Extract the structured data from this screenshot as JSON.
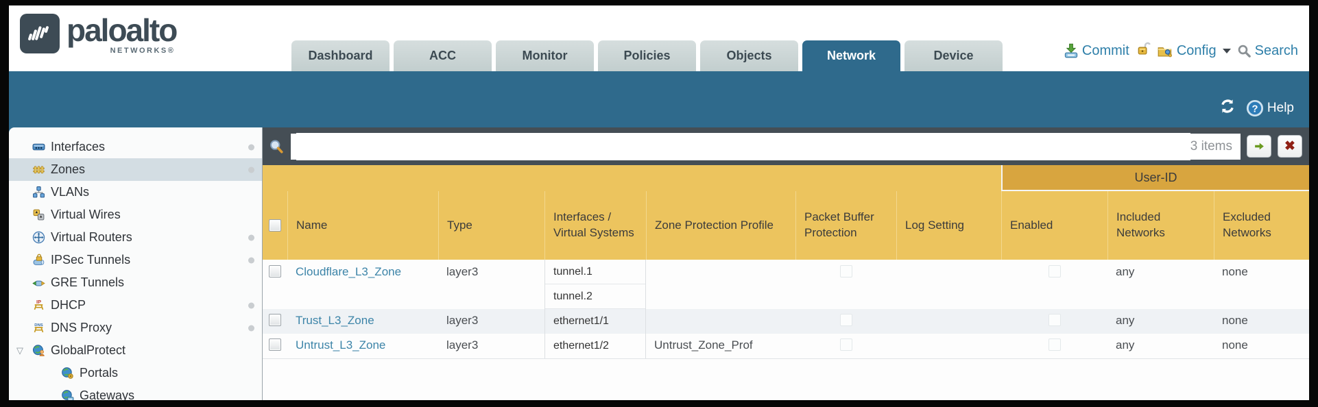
{
  "header": {
    "logo_text": "paloalto",
    "logo_sub": "NETWORKS®",
    "tabs": [
      {
        "label": "Dashboard",
        "active": false
      },
      {
        "label": "ACC",
        "active": false
      },
      {
        "label": "Monitor",
        "active": false
      },
      {
        "label": "Policies",
        "active": false
      },
      {
        "label": "Objects",
        "active": false
      },
      {
        "label": "Network",
        "active": true
      },
      {
        "label": "Device",
        "active": false
      }
    ],
    "actions": {
      "commit_label": "Commit",
      "config_label": "Config",
      "search_label": "Search",
      "icons": [
        "commit-icon",
        "unlock-icon",
        "config-icon",
        "dropdown-caret-icon",
        "search-icon"
      ]
    }
  },
  "toolbar": {
    "help_label": "Help",
    "icons": [
      "refresh-icon",
      "help-icon"
    ]
  },
  "sidebar": {
    "items": [
      {
        "label": "Interfaces",
        "icon": "interfaces-icon",
        "dot": true,
        "selected": false
      },
      {
        "label": "Zones",
        "icon": "zones-icon",
        "dot": true,
        "selected": true
      },
      {
        "label": "VLANs",
        "icon": "vlans-icon",
        "dot": false,
        "selected": false
      },
      {
        "label": "Virtual Wires",
        "icon": "virtual-wires-icon",
        "dot": false,
        "selected": false
      },
      {
        "label": "Virtual Routers",
        "icon": "virtual-routers-icon",
        "dot": true,
        "selected": false
      },
      {
        "label": "IPSec Tunnels",
        "icon": "ipsec-tunnels-icon",
        "dot": true,
        "selected": false
      },
      {
        "label": "GRE Tunnels",
        "icon": "gre-tunnels-icon",
        "dot": false,
        "selected": false
      },
      {
        "label": "DHCP",
        "icon": "dhcp-icon",
        "dot": true,
        "selected": false
      },
      {
        "label": "DNS Proxy",
        "icon": "dns-proxy-icon",
        "dot": true,
        "selected": false
      },
      {
        "label": "GlobalProtect",
        "icon": "globalprotect-icon",
        "dot": false,
        "selected": false,
        "expanded": true
      },
      {
        "label": "Portals",
        "icon": "portals-icon",
        "dot": false,
        "selected": false,
        "indent": true
      },
      {
        "label": "Gateways",
        "icon": "gateways-icon",
        "dot": false,
        "selected": false,
        "indent": true
      }
    ]
  },
  "filter": {
    "input_value": "",
    "items_count": "3 items",
    "icons": [
      "filter-magnifier-icon",
      "apply-filter-arrow-icon",
      "clear-filter-x-icon"
    ]
  },
  "table": {
    "group_header": "User-ID",
    "columns": [
      "Name",
      "Type",
      "Interfaces / Virtual Systems",
      "Zone Protection Profile",
      "Packet Buffer Protection",
      "Log Setting",
      "Enabled",
      "Included Networks",
      "Excluded Networks"
    ],
    "rows": [
      {
        "name": "Cloudflare_L3_Zone",
        "type": "layer3",
        "interfaces": [
          "tunnel.1",
          "tunnel.2"
        ],
        "zone_protection_profile": "",
        "log_setting": "",
        "included_networks": "any",
        "excluded_networks": "none"
      },
      {
        "name": "Trust_L3_Zone",
        "type": "layer3",
        "interfaces": [
          "ethernet1/1"
        ],
        "zone_protection_profile": "",
        "log_setting": "",
        "included_networks": "any",
        "excluded_networks": "none"
      },
      {
        "name": "Untrust_L3_Zone",
        "type": "layer3",
        "interfaces": [
          "ethernet1/2"
        ],
        "zone_protection_profile": "Untrust_Zone_Prof",
        "log_setting": "",
        "included_networks": "any",
        "excluded_networks": "none"
      }
    ]
  },
  "colors": {
    "teal_band": "#2f6a8c",
    "header_gold": "#ecc45e",
    "user_id_band": "#d8a53f",
    "link_blue": "#3c84a8",
    "filter_bar": "#454e55"
  }
}
